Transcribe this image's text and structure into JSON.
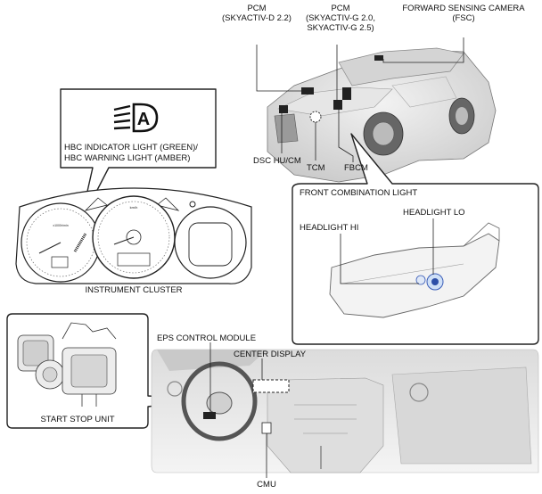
{
  "labels": {
    "pcm_d_title": "PCM",
    "pcm_d_sub": "(SKYACTIV-D 2.2)",
    "pcm_g_title": "PCM",
    "pcm_g_sub1": "(SKYACTIV-G 2.0,",
    "pcm_g_sub2": "SKYACTIV-G 2.5)",
    "fsc_title": "FORWARD SENSING CAMERA",
    "fsc_sub": "(FSC)",
    "hbc_line1": "HBC INDICATOR LIGHT (GREEN)/",
    "hbc_line2": "HBC WARNING LIGHT (AMBER)",
    "dsc": "DSC HU/CM",
    "tcm": "TCM",
    "fbcm": "FBCM",
    "front_combination_light": "FRONT COMBINATION LIGHT",
    "headlight_lo": "HEADLIGHT LO",
    "headlight_hi": "HEADLIGHT HI",
    "instrument_cluster": "INSTRUMENT CLUSTER",
    "eps_control_module": "EPS CONTROL MODULE",
    "center_display": "CENTER DISPLAY",
    "start_stop_unit": "START STOP UNIT",
    "cmu": "CMU"
  }
}
